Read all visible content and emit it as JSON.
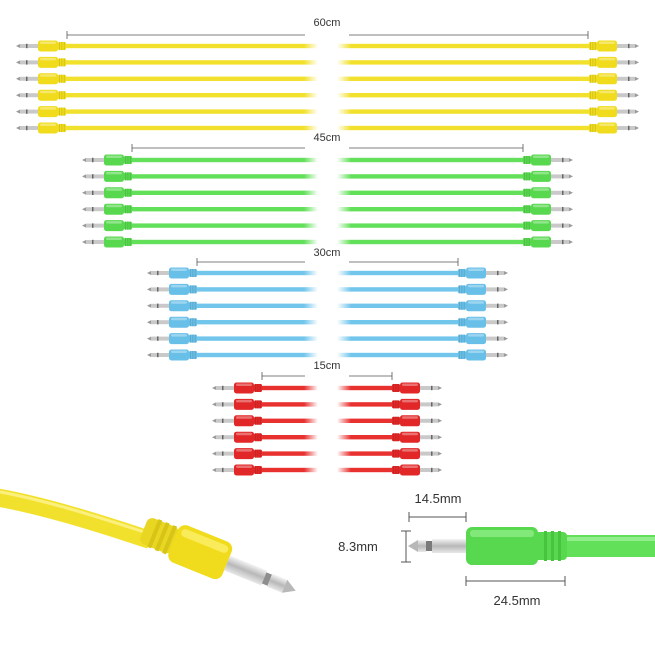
{
  "groups": [
    {
      "label": "60cm",
      "color": "#f2e12c",
      "plug_color": "#f0dc1c",
      "count": 6
    },
    {
      "label": "45cm",
      "color": "#63e05a",
      "plug_color": "#57d84e",
      "count": 6
    },
    {
      "label": "30cm",
      "color": "#72c6ec",
      "plug_color": "#68bfe8",
      "count": 6
    },
    {
      "label": "15cm",
      "color": "#e8302f",
      "plug_color": "#e12727",
      "count": 6
    }
  ],
  "closeups": {
    "left_cable_color": "#f2e12c",
    "right_cable_color": "#63e05a",
    "dimensions": {
      "tip_length": "14.5mm",
      "plug_diameter": "8.3mm",
      "plug_length": "24.5mm"
    }
  },
  "colors": {
    "metal": "#c9c9c9",
    "dimension_line": "#555555",
    "background": "#ffffff"
  }
}
